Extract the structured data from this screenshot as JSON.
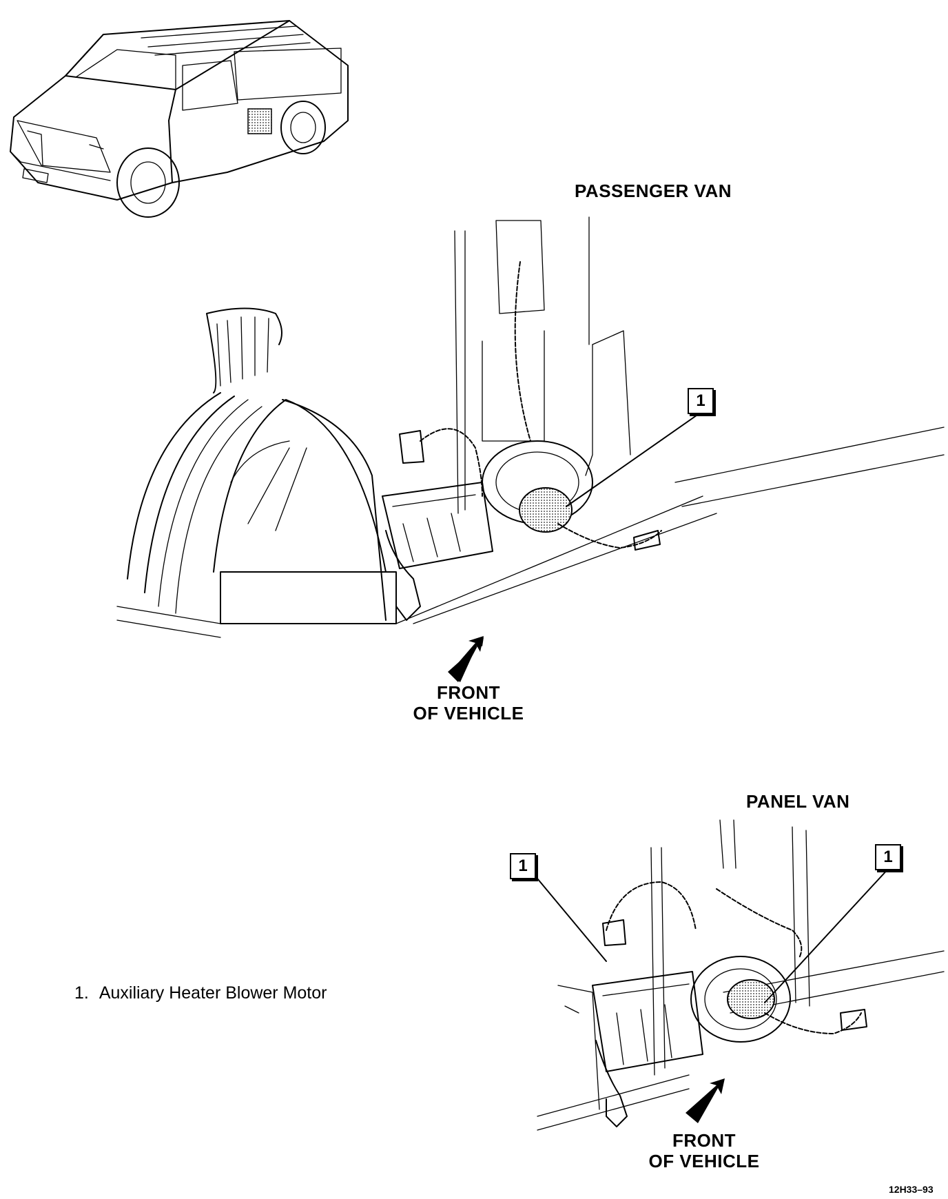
{
  "figure": {
    "passenger_title": "PASSENGER VAN",
    "panel_title": "PANEL VAN",
    "front_line1": "FRONT",
    "front_line2": "OF VEHICLE",
    "callout_number": "1",
    "legend": {
      "number": "1.",
      "text": "Auxiliary Heater Blower Motor"
    },
    "figure_id": "12H33–93"
  },
  "icons": [
    "van-illustration",
    "blower-motor-drawing",
    "front-arrow-icon"
  ],
  "colors": {
    "ink": "#000000",
    "shading": "#9a9a9a",
    "background": "#ffffff"
  }
}
